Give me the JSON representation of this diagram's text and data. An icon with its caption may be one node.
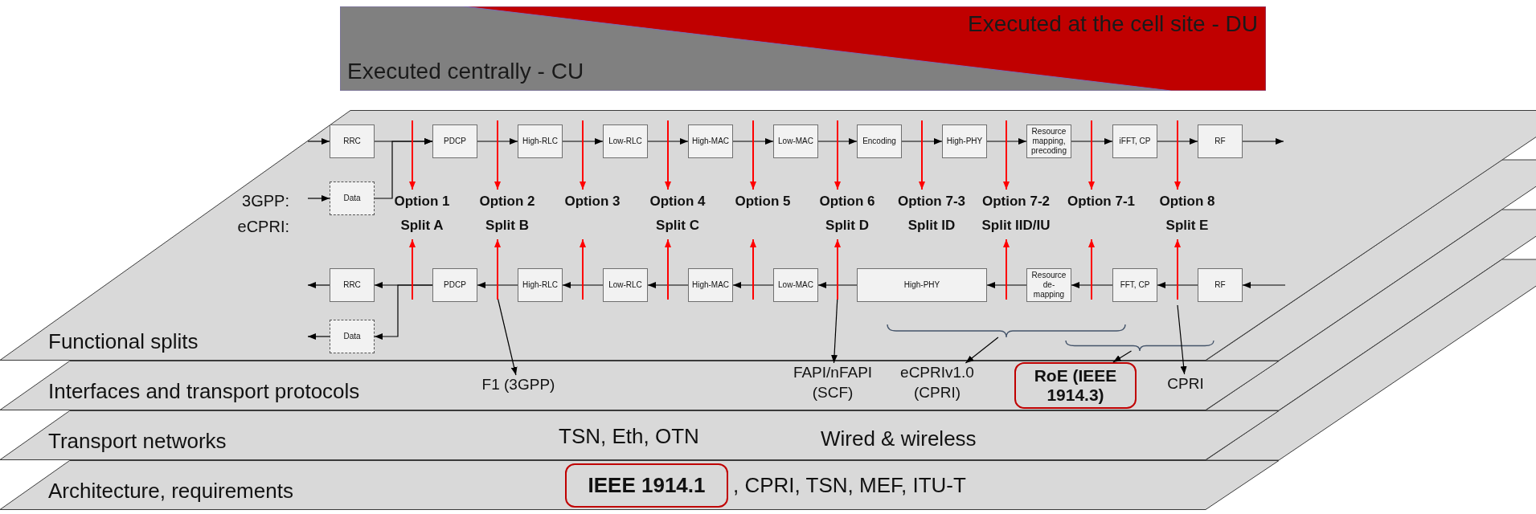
{
  "diagram": {
    "nodes": [
      {
        "text": [
          "Executed at the cell site - DU"
        ]
      },
      {
        "text": [
          "Executed centrally - CU"
        ]
      },
      {
        "text": [
          "Functional splits"
        ]
      },
      {
        "text": [
          "RRC"
        ],
        "in": 2
      },
      {
        "text": [
          "Data"
        ],
        "in": 2
      },
      {
        "text": [
          "PDCP"
        ],
        "in": 2
      },
      {
        "text": [
          "High-RLC"
        ],
        "in": 2
      },
      {
        "text": [
          "Low-RLC"
        ],
        "in": 2
      },
      {
        "text": [
          "High-MAC"
        ],
        "in": 2
      },
      {
        "text": [
          "Low-MAC"
        ],
        "in": 2
      },
      {
        "text": [
          "Encoding"
        ],
        "in": 2
      },
      {
        "text": [
          "High-PHY"
        ],
        "in": 2
      },
      {
        "text": [
          "Resource mapping, precoding"
        ],
        "in": 2
      },
      {
        "text": [
          "iFFT, CP"
        ],
        "in": 2
      },
      {
        "text": [
          "RF"
        ],
        "in": 2
      },
      {
        "text": [
          "Option 1",
          "Split A"
        ],
        "in": 2
      },
      {
        "text": [
          "Option 2",
          "Split B"
        ],
        "in": 2
      },
      {
        "text": [
          "Option 3"
        ],
        "in": 2
      },
      {
        "text": [
          "Option 4",
          "Split C"
        ],
        "in": 2
      },
      {
        "text": [
          "Option 5"
        ],
        "in": 2
      },
      {
        "text": [
          "Option 6",
          "Split D"
        ],
        "in": 2
      },
      {
        "text": [
          "Option 7-3",
          "Split ID"
        ],
        "in": 2
      },
      {
        "text": [
          "Option 7-2",
          "Split IID/IU"
        ],
        "in": 2
      },
      {
        "text": [
          "Option 7-1"
        ],
        "in": 2
      },
      {
        "text": [
          "Option 8",
          "Split E"
        ],
        "in": 2
      },
      {
        "text": [
          "RRC"
        ],
        "in": 2
      },
      {
        "text": [
          "Data"
        ],
        "in": 2
      },
      {
        "text": [
          "PDCP"
        ],
        "in": 2
      },
      {
        "text": [
          "High-RLC"
        ],
        "in": 2
      },
      {
        "text": [
          "Low-RLC"
        ],
        "in": 2
      },
      {
        "text": [
          "High-MAC"
        ],
        "in": 2
      },
      {
        "text": [
          "Low-MAC"
        ],
        "in": 2
      },
      {
        "text": [
          "High-PHY"
        ],
        "in": 2
      },
      {
        "text": [
          "Resource de-mapping"
        ],
        "in": 2
      },
      {
        "text": [
          "FFT, CP"
        ],
        "in": 2
      },
      {
        "text": [
          "RF"
        ],
        "in": 2
      },
      {
        "text": [],
        "shape": "brace",
        "in": 2
      },
      {
        "text": [],
        "shape": "brace",
        "in": 2
      },
      {
        "text": [
          "Interfaces and transport protocols"
        ]
      },
      {
        "text": [
          "F1 (3GPP)"
        ],
        "in": 38
      },
      {
        "text": [
          "FAPI/nFAPI (SCF)"
        ],
        "in": 38
      },
      {
        "text": [
          "eCPRIv1.0 (CPRI)"
        ],
        "in": 38
      },
      {
        "text": [
          "RoE (IEEE 1914.3)"
        ],
        "in": 38
      },
      {
        "text": [
          "CPRI"
        ],
        "in": 38
      },
      {
        "text": [
          "Transport networks",
          "TSN, Eth, OTN",
          "Wired & wireless"
        ]
      },
      {
        "text": [
          "IEEE 1914.1"
        ],
        "in": 46
      },
      {
        "text": [
          "Architecture, requirements",
          ", CPRI, TSN, MEF, ITU-T"
        ]
      }
    ],
    "edges": [
      {
        "from": null,
        "to": 3,
        "arrow": "to"
      },
      {
        "from": null,
        "to": 4,
        "arrow": "to"
      },
      {
        "from": 3,
        "to": 5,
        "arrow": "to"
      },
      {
        "from": 4,
        "to": 5,
        "arrow": "to"
      },
      {
        "from": 5,
        "to": 6,
        "arrow": "to"
      },
      {
        "from": 6,
        "to": 7,
        "arrow": "to"
      },
      {
        "from": 7,
        "to": 8,
        "arrow": "to"
      },
      {
        "from": 8,
        "to": 9,
        "arrow": "to"
      },
      {
        "from": 9,
        "to": 10,
        "arrow": "to"
      },
      {
        "from": 10,
        "to": 11,
        "arrow": "to"
      },
      {
        "from": 11,
        "to": 12,
        "arrow": "to"
      },
      {
        "from": 12,
        "to": 13,
        "arrow": "to"
      },
      {
        "from": 13,
        "to": 14,
        "arrow": "to"
      },
      {
        "from": 14,
        "to": null,
        "arrow": "to"
      },
      {
        "from": null,
        "to": 15,
        "arrow": "to",
        "color": "#ff0000"
      },
      {
        "from": null,
        "to": 16,
        "arrow": "to",
        "color": "#ff0000"
      },
      {
        "from": null,
        "to": 17,
        "arrow": "to",
        "color": "#ff0000"
      },
      {
        "from": null,
        "to": 18,
        "arrow": "to",
        "color": "#ff0000"
      },
      {
        "from": null,
        "to": 19,
        "arrow": "to",
        "color": "#ff0000"
      },
      {
        "from": null,
        "to": 20,
        "arrow": "to",
        "color": "#ff0000"
      },
      {
        "from": null,
        "to": 21,
        "arrow": "to",
        "color": "#ff0000"
      },
      {
        "from": null,
        "to": 22,
        "arrow": "to",
        "color": "#ff0000"
      },
      {
        "from": null,
        "to": 23,
        "arrow": "to",
        "color": "#ff0000"
      },
      {
        "from": null,
        "to": 24,
        "arrow": "to",
        "color": "#ff0000"
      },
      {
        "from": null,
        "to": 35,
        "arrow": "to"
      },
      {
        "from": 35,
        "to": 34,
        "arrow": "to"
      },
      {
        "from": 34,
        "to": 33,
        "arrow": "to"
      },
      {
        "from": 33,
        "to": 32,
        "arrow": "to"
      },
      {
        "from": 32,
        "to": 31,
        "arrow": "to"
      },
      {
        "from": 31,
        "to": 30,
        "arrow": "to"
      },
      {
        "from": 30,
        "to": 29,
        "arrow": "to"
      },
      {
        "from": 29,
        "to": 28,
        "arrow": "to"
      },
      {
        "from": 28,
        "to": 27,
        "arrow": "to"
      },
      {
        "from": 27,
        "to": 25,
        "arrow": "to"
      },
      {
        "from": 27,
        "to": 26,
        "arrow": "to"
      },
      {
        "from": 25,
        "to": null,
        "arrow": "to"
      },
      {
        "from": 26,
        "to": null,
        "arrow": "to"
      },
      {
        "from": null,
        "to": 39,
        "arrow": "to"
      },
      {
        "from": null,
        "to": 40,
        "arrow": "to"
      },
      {
        "from": 36,
        "to": 41,
        "arrow": "to"
      },
      {
        "from": 37,
        "to": 42,
        "arrow": "to"
      },
      {
        "from": null,
        "to": 43,
        "arrow": "to"
      },
      {
        "from": null,
        "to": 15,
        "arrow": "to",
        "color": "#ff0000"
      },
      {
        "from": null,
        "to": 16,
        "arrow": "to",
        "color": "#ff0000"
      },
      {
        "from": null,
        "to": 17,
        "arrow": "to",
        "color": "#ff0000"
      },
      {
        "from": null,
        "to": 18,
        "arrow": "to",
        "color": "#ff0000"
      },
      {
        "from": null,
        "to": 19,
        "arrow": "to",
        "color": "#ff0000"
      },
      {
        "from": null,
        "to": 20,
        "arrow": "to",
        "color": "#ff0000"
      },
      {
        "from": null,
        "to": 22,
        "arrow": "to",
        "color": "#ff0000"
      },
      {
        "from": null,
        "to": 23,
        "arrow": "to",
        "color": "#ff0000"
      },
      {
        "from": null,
        "to": 24,
        "arrow": "to",
        "color": "#ff0000"
      }
    ],
    "labels": [
      "3GPP:",
      "eCPRI:"
    ]
  }
}
